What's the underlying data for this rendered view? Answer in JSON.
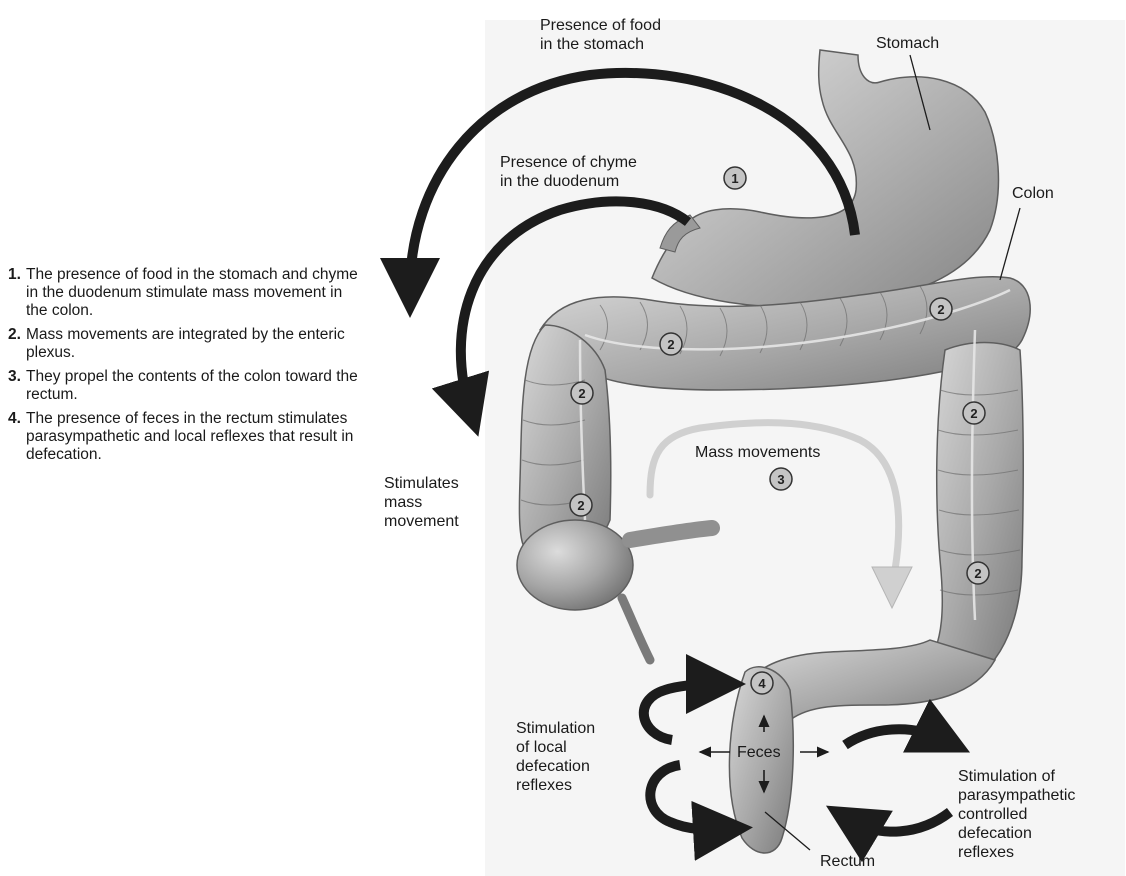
{
  "labels": {
    "food_in_stomach": [
      "Presence of food",
      "in the stomach"
    ],
    "stomach": "Stomach",
    "chyme_in_duodenum": [
      "Presence of chyme",
      "in the duodenum"
    ],
    "colon": "Colon",
    "stimulates_mass_movement": [
      "Stimulates",
      "mass",
      "movement"
    ],
    "mass_movements": "Mass movements",
    "local_reflexes": [
      "Stimulation",
      "of local",
      "defecation",
      "reflexes"
    ],
    "feces": "Feces",
    "parasympathetic_reflexes": [
      "Stimulation of",
      "parasympathetic",
      "controlled",
      "defecation",
      "reflexes"
    ],
    "rectum": "Rectum"
  },
  "steps": [
    {
      "num": "1.",
      "text": "The presence of food in the stomach and chyme in the duodenum stimulate mass movement in the colon."
    },
    {
      "num": "2.",
      "text": "Mass movements are integrated by the enteric plexus."
    },
    {
      "num": "3.",
      "text": "They propel the contents of the colon toward the rectum."
    },
    {
      "num": "4.",
      "text": "The presence of feces in the rectum stimulates parasympathetic and local reflexes that result in defecation."
    }
  ],
  "markers": {
    "m1": "1",
    "m2": "2",
    "m3": "3",
    "m4": "4"
  },
  "colors": {
    "organ_fill": "#a9a9a9",
    "organ_light": "#d6d6d6",
    "organ_dark": "#6f6f6f",
    "arrow": "#1c1c1c"
  }
}
